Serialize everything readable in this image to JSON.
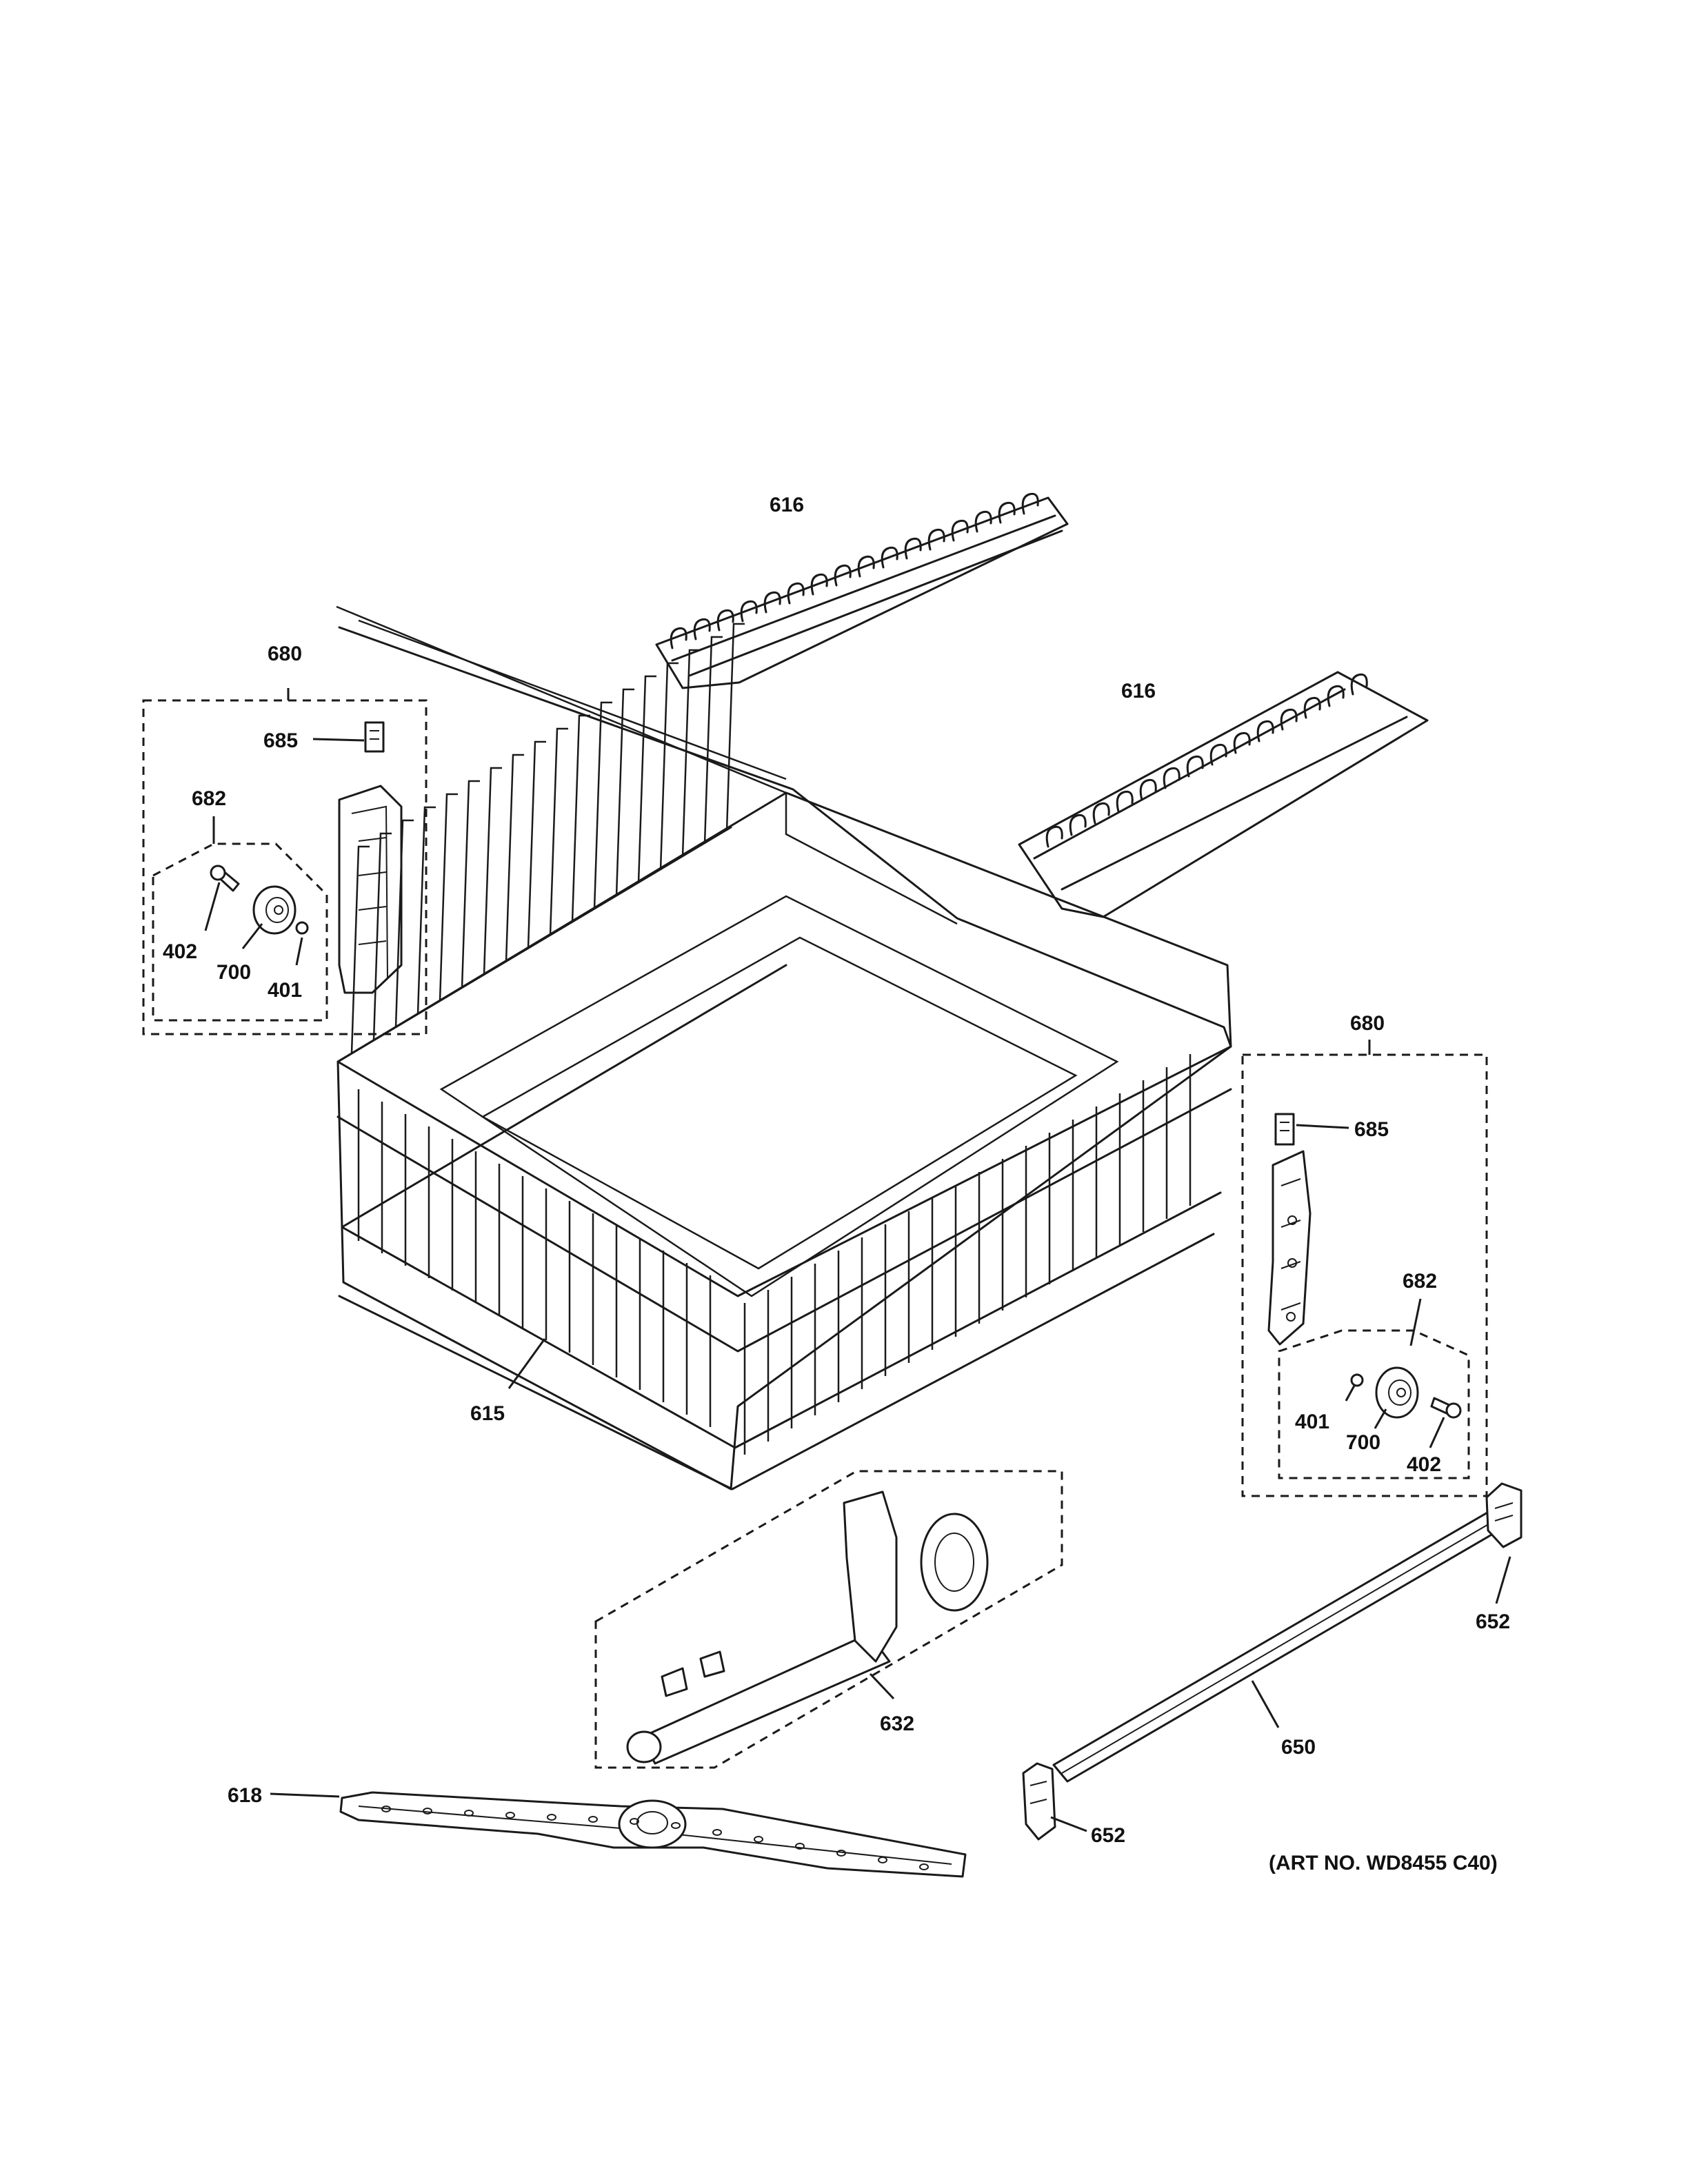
{
  "callouts": {
    "c616a": "616",
    "c616b": "616",
    "c680a": "680",
    "c685a": "685",
    "c682a": "682",
    "c402a": "402",
    "c700a": "700",
    "c401a": "401",
    "c615": "615",
    "c680b": "680",
    "c685b": "685",
    "c682b": "682",
    "c401b": "401",
    "c700b": "700",
    "c402b": "402",
    "c632": "632",
    "c652a": "652",
    "c650": "650",
    "c618": "618",
    "c652b": "652"
  },
  "art_number": "(ART NO. WD8455 C40)"
}
